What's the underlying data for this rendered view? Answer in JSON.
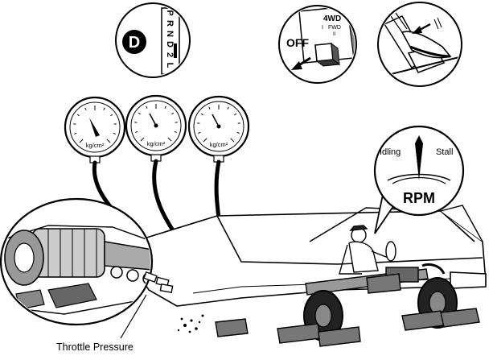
{
  "shift_lever": {
    "selected": "D",
    "positions": [
      "P",
      "R",
      "N",
      "D",
      "2",
      "L"
    ]
  },
  "transfer_switch": {
    "label": "OFF",
    "modes": [
      "4WD",
      "FWD"
    ],
    "mode_marks": [
      "I",
      "II"
    ]
  },
  "gauges": [
    {
      "unit_label": "kg/cm²"
    },
    {
      "unit_label": "kg/cm²"
    },
    {
      "unit_label": "kg/cm²"
    }
  ],
  "tachometer": {
    "title": "RPM",
    "left_label": "Idling",
    "right_label": "Stall"
  },
  "callout": {
    "label": "Throttle Pressure"
  }
}
